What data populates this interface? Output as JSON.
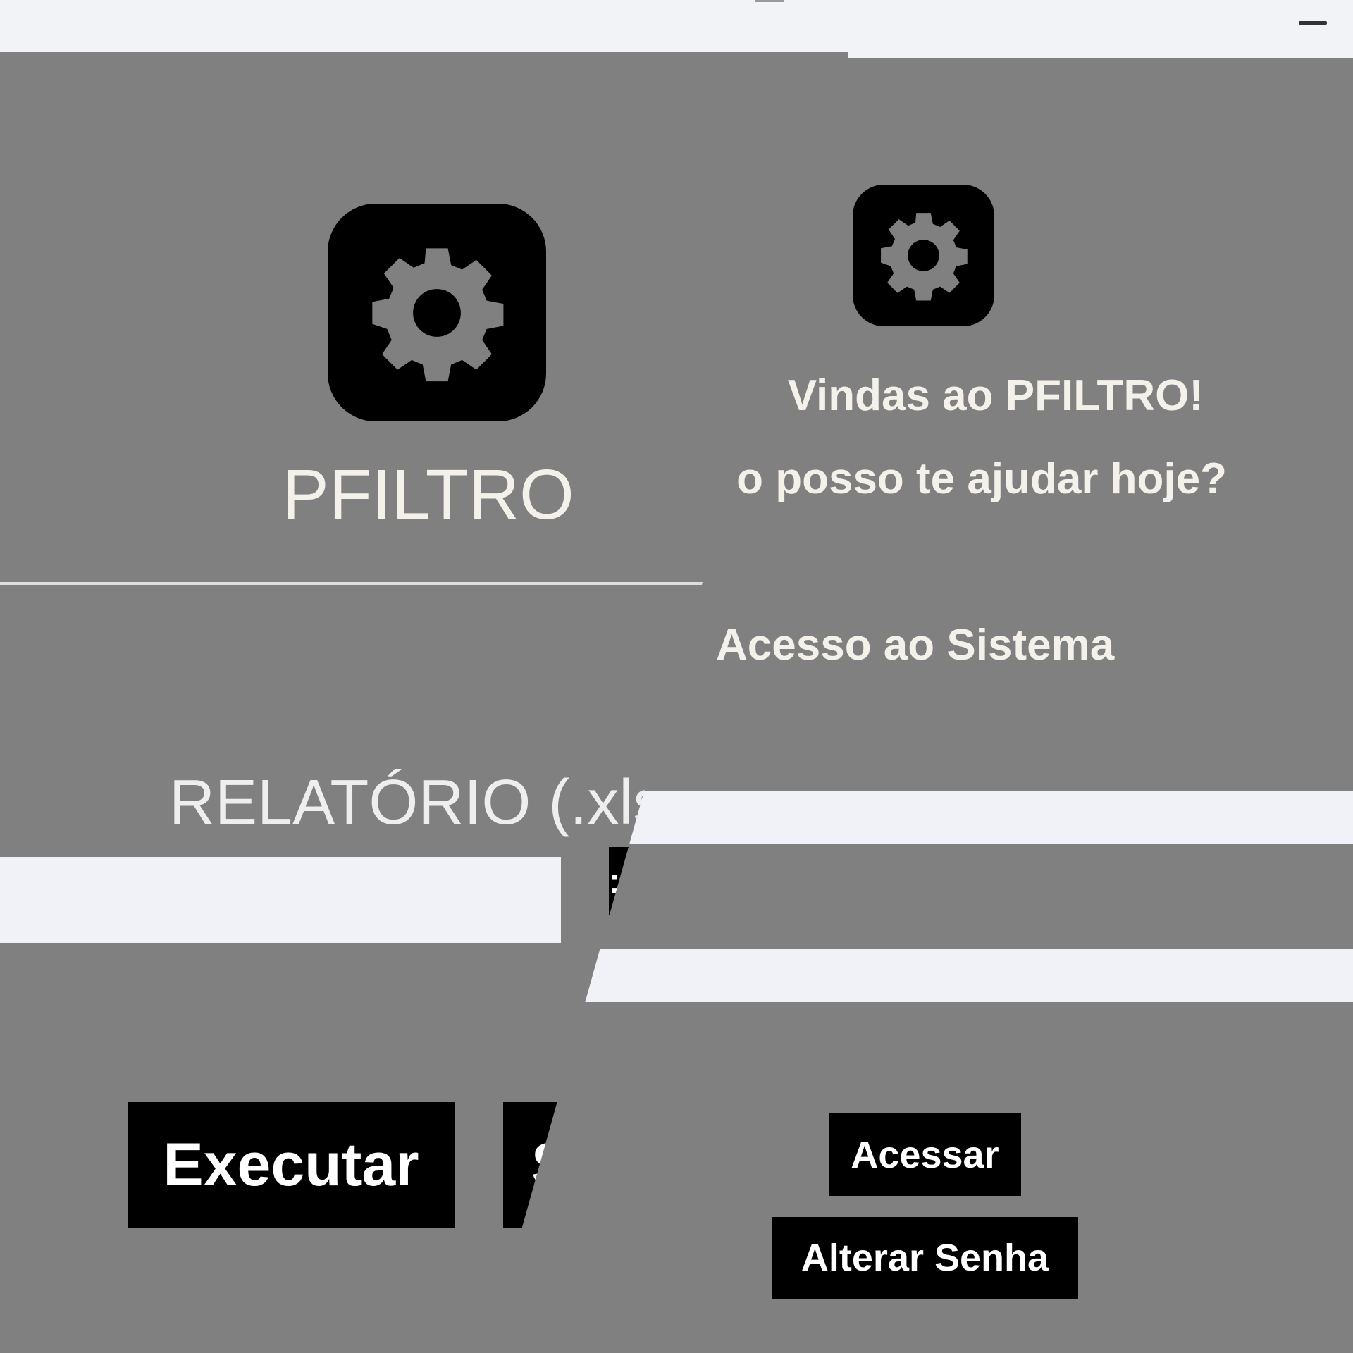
{
  "window_controls": {
    "minimize_icon": "minimize-icon"
  },
  "main_window": {
    "logo_icon": "gear-icon",
    "app_title": "PFILTRO",
    "report_label": "RELATÓRIO (.xlsx",
    "field_label": ":",
    "execute_button": "Executar",
    "second_button": "S"
  },
  "login_window": {
    "logo_icon": "gear-icon",
    "welcome": "Vindas ao PFILTRO!",
    "question": "o posso te ajudar hoje?",
    "section_title": "Acesso ao Sistema",
    "access_button": "Acessar",
    "change_password_button": "Alterar Senha"
  },
  "colors": {
    "window_bg": "#808080",
    "input_bg": "#f0f2f7",
    "button_bg": "#000000",
    "titlebar_bg": "#f2f3f7"
  }
}
